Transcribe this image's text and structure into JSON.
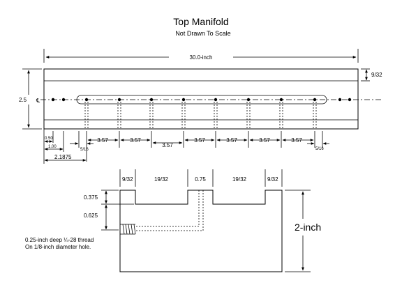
{
  "title": "Top Manifold",
  "subtitle": "Not Drawn To Scale",
  "top_view": {
    "overall_length": "30.0-inch",
    "height": "2.5",
    "edge_strip": "9/32",
    "dim_050": "0.50",
    "dim_100": "1.00",
    "dim_21875": "2.1875",
    "dim_516_left": "5/16",
    "dim_516_right": "5/16",
    "spacings": [
      "3.57",
      "3.57",
      "3.57",
      "3.57",
      "3.57",
      "3.57",
      "3.57"
    ]
  },
  "section": {
    "widths": [
      "9/32",
      "19/32",
      "0.75",
      "19/32",
      "9/32"
    ],
    "dim_0375": "0.375",
    "dim_0625": "0.625",
    "height": "2-inch",
    "note_line1": "0.25-inch deep ¼-28 thread",
    "note_line2": "On 1/8-inch diameter hole."
  }
}
